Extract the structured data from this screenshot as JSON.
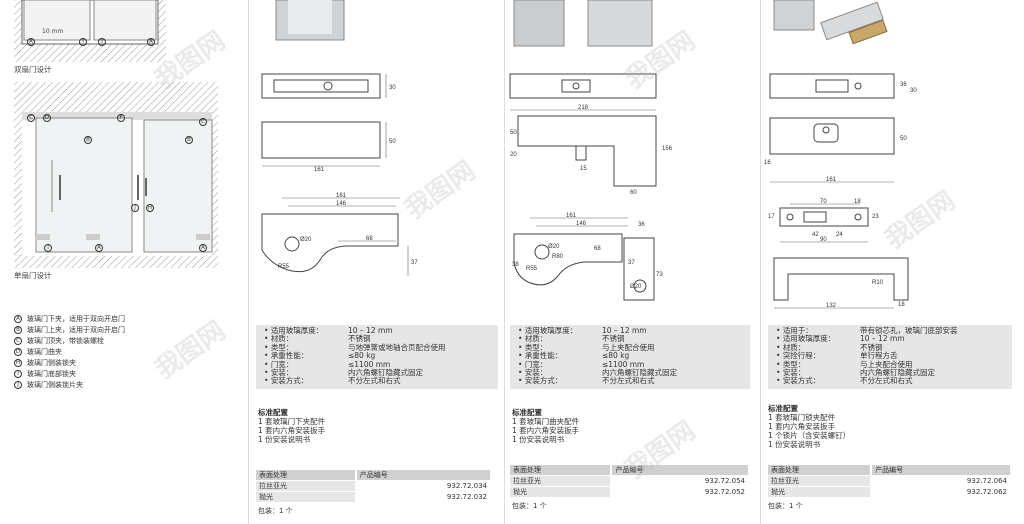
{
  "left": {
    "double_door_caption": "双扇门设计",
    "single_door_caption": "单扇门设计",
    "dim_10mm": "10 mm",
    "legend": [
      {
        "letter": "A",
        "text": "玻璃门下夹，适用于双向开启门"
      },
      {
        "letter": "B",
        "text": "玻璃门上夹，适用于双向开启门"
      },
      {
        "letter": "C",
        "text": "玻璃门顶夹，带锁装螺栓"
      },
      {
        "letter": "D",
        "text": "玻璃门曲夹"
      },
      {
        "letter": "H",
        "text": "玻璃门侧装锁夹"
      },
      {
        "letter": "I",
        "text": "玻璃门底部锁夹"
      },
      {
        "letter": "J",
        "text": "玻璃门侧装锁片夹"
      }
    ]
  },
  "col1": {
    "dims": [
      "30",
      "50",
      "161",
      "161",
      "146",
      "68",
      "Ø20",
      "R55",
      "37"
    ],
    "specs": [
      {
        "k": "适用玻璃厚度：",
        "v": "10 – 12 mm"
      },
      {
        "k": "材质：",
        "v": "不锈钢"
      },
      {
        "k": "类型：",
        "v": "与地弹簧或地轴合页配合使用"
      },
      {
        "k": "承重性能：",
        "v": "≤80 kg"
      },
      {
        "k": "门宽：",
        "v": "≤1100 mm"
      },
      {
        "k": "安装：",
        "v": "内六角螺钉隐藏式固定"
      },
      {
        "k": "安装方式：",
        "v": "不分左式和右式"
      }
    ],
    "std_title": "标准配置",
    "std_items": [
      "1 套玻璃门下夹配件",
      "1 套内六角安装扳手",
      "1 份安装说明书"
    ],
    "table_headers": [
      "表面处理",
      "产品编号"
    ],
    "rows": [
      {
        "finish": "拉丝亚光",
        "code": "932.72.034"
      },
      {
        "finish": "抛光",
        "code": "932.72.032"
      }
    ],
    "pack": "包装：1 个"
  },
  "col2": {
    "dims": [
      "218",
      "50",
      "156",
      "20",
      "15",
      "60",
      "161",
      "146",
      "36",
      "Ø20",
      "R80",
      "68",
      "R55",
      "38",
      "Ø20",
      "37",
      "73"
    ],
    "specs": [
      {
        "k": "适用玻璃厚度：",
        "v": "10 – 12 mm"
      },
      {
        "k": "材质：",
        "v": "不锈钢"
      },
      {
        "k": "类型：",
        "v": "与上夹配合使用"
      },
      {
        "k": "承重性能：",
        "v": "≤80 kg"
      },
      {
        "k": "门宽：",
        "v": "≤1100 mm"
      },
      {
        "k": "安装：",
        "v": "内六角螺钉隐藏式固定"
      },
      {
        "k": "安装方式：",
        "v": "不分左式和右式"
      }
    ],
    "std_title": "标准配置",
    "std_items": [
      "1 套玻璃门曲夹配件",
      "1 套内六角安装扳手",
      "1 份安装说明书"
    ],
    "table_headers": [
      "表面处理",
      "产品编号"
    ],
    "rows": [
      {
        "finish": "拉丝亚光",
        "code": "932.72.054"
      },
      {
        "finish": "抛光",
        "code": "932.72.052"
      }
    ],
    "pack": "包装：1 个"
  },
  "col3": {
    "dims": [
      "36",
      "30",
      "50",
      "161",
      "16",
      "70",
      "18",
      "42",
      "24",
      "90",
      "17",
      "23",
      "R10",
      "132",
      "18"
    ],
    "specs": [
      {
        "k": "适用于：",
        "v": "带有锁芯孔，玻璃门底部安装"
      },
      {
        "k": "适用玻璃厚度：",
        "v": "10 – 12 mm"
      },
      {
        "k": "材质：",
        "v": "不锈钢"
      },
      {
        "k": "突拴行程：",
        "v": "单行程方舌"
      },
      {
        "k": "类型：",
        "v": "与上夹配合使用"
      },
      {
        "k": "安装：",
        "v": "内六角螺钉隐藏式固定"
      },
      {
        "k": "安装方式：",
        "v": "不分左式和右式"
      }
    ],
    "std_title": "标准配置",
    "std_items": [
      "1 套玻璃门锁夹配件",
      "1 套内六角安装扳手",
      "1 个锁片（含安装螺钉）",
      "1 份安装说明书"
    ],
    "table_headers": [
      "表面处理",
      "产品编号"
    ],
    "rows": [
      {
        "finish": "拉丝亚光",
        "code": "932.72.064"
      },
      {
        "finish": "抛光",
        "code": "932.72.062"
      }
    ],
    "pack": "包装：1 个"
  },
  "watermark": "我图网",
  "colors": {
    "panel_bg": "#e6e6e6",
    "header_bg": "#d0d0d0",
    "line": "#444444"
  }
}
